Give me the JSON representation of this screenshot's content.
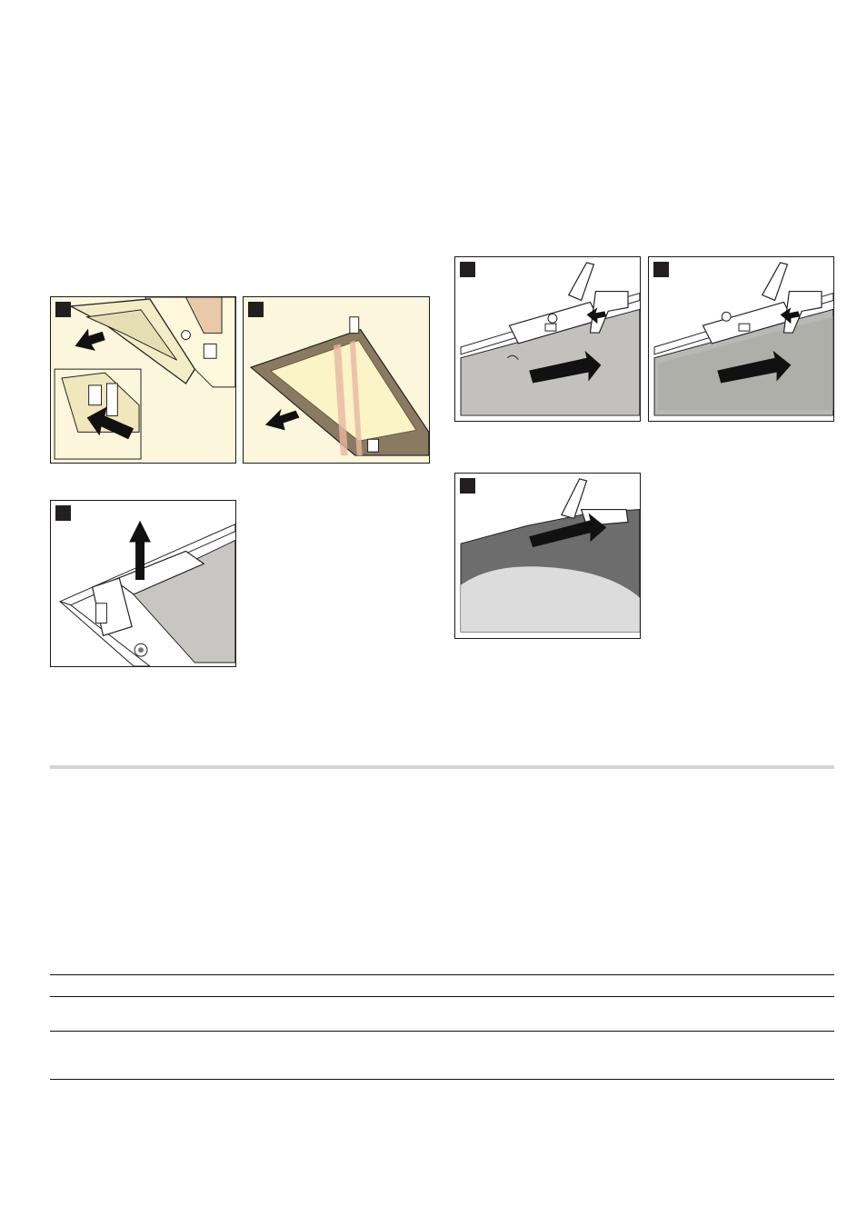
{
  "page": {
    "figures": [
      {
        "id": "fig-1",
        "icon": "square-badge-icon",
        "palette": "cream"
      },
      {
        "id": "fig-2",
        "icon": "square-badge-icon",
        "palette": "cream"
      },
      {
        "id": "fig-3",
        "icon": "square-badge-icon",
        "palette": "gray"
      },
      {
        "id": "fig-4",
        "icon": "square-badge-icon",
        "palette": "gray"
      },
      {
        "id": "fig-5",
        "icon": "square-badge-icon",
        "palette": "gray"
      },
      {
        "id": "fig-6",
        "icon": "square-badge-icon",
        "palette": "gray"
      }
    ],
    "colors": {
      "cream": "#fbf6dc",
      "glass": "#8a7a62",
      "glass_inner": "#fbf4c6",
      "gray_panel": "#c3c1bd",
      "dark_panel": "#6d6d6d",
      "light_panel": "#dcdcdc",
      "separator": "#d3d3d3"
    }
  }
}
